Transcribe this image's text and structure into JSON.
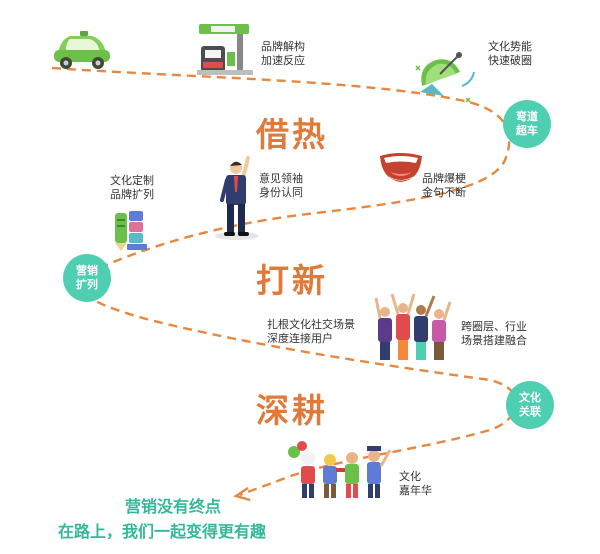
{
  "colors": {
    "road": "#e8873e",
    "teal": "#4fcfb2",
    "heading": "#e07a3a",
    "slogan": "#35b89a",
    "text": "#333333"
  },
  "labels": {
    "brand_deconstruct": [
      "品牌解构",
      "加速反应"
    ],
    "culture_momentum": [
      "文化势能",
      "快速破圈"
    ],
    "culture_custom": [
      "文化定制",
      "品牌扩列"
    ],
    "opinion_leader": [
      "意见领袖",
      "身份认同"
    ],
    "brand_meme": [
      "品牌爆梗",
      "金句不断"
    ],
    "social_scene": [
      "扎根文化社交场景",
      "深度连接用户"
    ],
    "cross_circle": [
      "跨圈层、行业",
      "场景搭建融合"
    ],
    "carnival": [
      "文化",
      "嘉年华"
    ]
  },
  "stages": {
    "overtake": [
      "弯道",
      "超车"
    ],
    "expand": [
      "营销",
      "扩列"
    ],
    "link": [
      "文化",
      "关联"
    ]
  },
  "headings": {
    "borrow": "借热",
    "new": "打新",
    "plough": "深耕"
  },
  "slogan": {
    "line1": "营销没有终点",
    "line2": "在路上，我们一起变得更有趣"
  },
  "icons": [
    "car-icon",
    "gas-station-icon",
    "satellite-icon",
    "business-man-icon",
    "laughing-mouth-icon",
    "books-icon",
    "cheering-crowd-icon",
    "carnival-parade-icon",
    "arrow-head-icon"
  ]
}
